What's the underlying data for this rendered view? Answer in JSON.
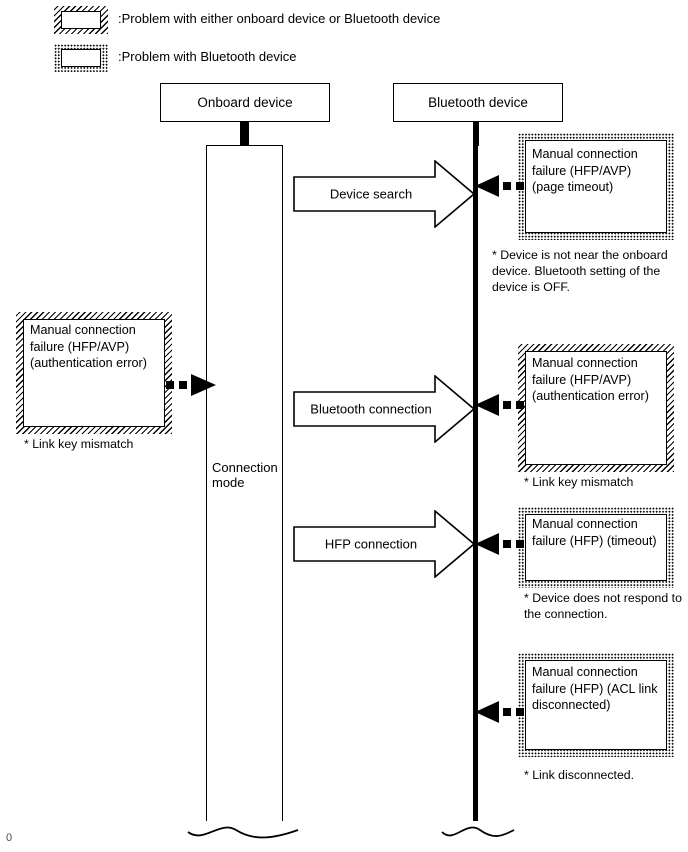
{
  "legend": {
    "items": [
      {
        "label": ":Problem with either onboard device or Bluetooth device",
        "style": "hatch"
      },
      {
        "label": ":Problem with Bluetooth device",
        "style": "dots"
      }
    ]
  },
  "columns": {
    "onboard": {
      "title": "Onboard device",
      "lane_label": "Connection\nmode"
    },
    "bluetooth": {
      "title": "Bluetooth device"
    }
  },
  "messages": [
    {
      "label": "Device search"
    },
    {
      "label": "Bluetooth connection"
    },
    {
      "label": "HFP connection"
    }
  ],
  "problems": {
    "left": [
      {
        "text": "Manual connection failure (HFP/AVP) (authentication error)",
        "note": "* Link key mismatch",
        "style": "hatch"
      }
    ],
    "right": [
      {
        "text": "Manual connection failure (HFP/AVP) (page timeout)",
        "note": "* Device is not near the onboard device. Bluetooth setting of the device is OFF.",
        "style": "dots"
      },
      {
        "text": "Manual connection failure (HFP/AVP) (authentication error)",
        "note": "* Link key mismatch",
        "style": "hatch"
      },
      {
        "text": "Manual connection failure (HFP) (timeout)",
        "note": "* Device does not respond to the connection.",
        "style": "dots"
      },
      {
        "text": "Manual connection failure (HFP) (ACL link disconnected)",
        "note": "* Link disconnected.",
        "style": "dots"
      }
    ]
  },
  "footer": {
    "page_mark": "0"
  },
  "colors": {
    "ink": "#000000",
    "paper": "#ffffff"
  }
}
